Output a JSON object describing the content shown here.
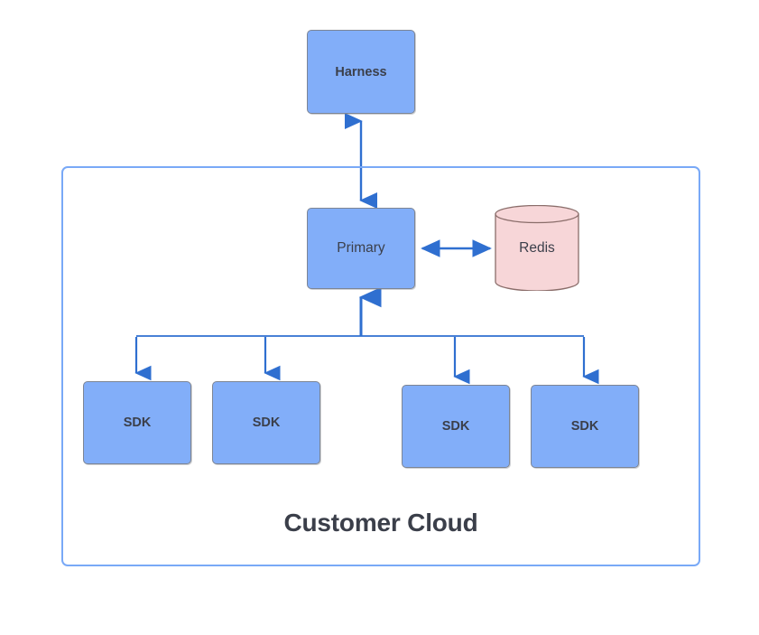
{
  "diagram": {
    "title_visible": "Customer Cloud",
    "background": "#ffffff",
    "colors": {
      "node_fill": "#82aef9",
      "node_stroke": "#7d8594",
      "group_stroke": "#79a9f7",
      "edge_stroke": "#2f6fd0",
      "datastore_fill": "#f7d6d8",
      "datastore_stroke": "#8a6d6a",
      "text": "#3b3f4a"
    }
  },
  "nodes": {
    "harness": {
      "label": "Harness",
      "shape": "rounded-rect",
      "weight": "bold"
    },
    "primary": {
      "label": "Primary",
      "shape": "rounded-rect",
      "weight": "normal"
    },
    "redis": {
      "label": "Redis",
      "shape": "cylinder",
      "weight": "normal"
    },
    "sdk1": {
      "label": "SDK",
      "shape": "rounded-rect",
      "weight": "bold"
    },
    "sdk2": {
      "label": "SDK",
      "shape": "rounded-rect",
      "weight": "bold"
    },
    "sdk3": {
      "label": "SDK",
      "shape": "rounded-rect",
      "weight": "bold"
    },
    "sdk4": {
      "label": "SDK",
      "shape": "rounded-rect",
      "weight": "bold"
    }
  },
  "group": {
    "label": "Customer Cloud",
    "contains": [
      "primary",
      "redis",
      "sdk1",
      "sdk2",
      "sdk3",
      "sdk4"
    ]
  },
  "edges": [
    {
      "id": "harness-primary",
      "from": "harness",
      "to": "primary",
      "arrow": "both",
      "orientation": "vertical"
    },
    {
      "id": "primary-redis",
      "from": "primary",
      "to": "redis",
      "arrow": "both",
      "orientation": "horizontal"
    },
    {
      "id": "sdk1-primary",
      "from": "sdk1",
      "to": "primary",
      "arrow": "both",
      "orientation": "orthogonal"
    },
    {
      "id": "sdk2-primary",
      "from": "sdk2",
      "to": "primary",
      "arrow": "both",
      "orientation": "orthogonal"
    },
    {
      "id": "sdk3-primary",
      "from": "sdk3",
      "to": "primary",
      "arrow": "both",
      "orientation": "orthogonal"
    },
    {
      "id": "sdk4-primary",
      "from": "sdk4",
      "to": "primary",
      "arrow": "both",
      "orientation": "orthogonal"
    }
  ]
}
